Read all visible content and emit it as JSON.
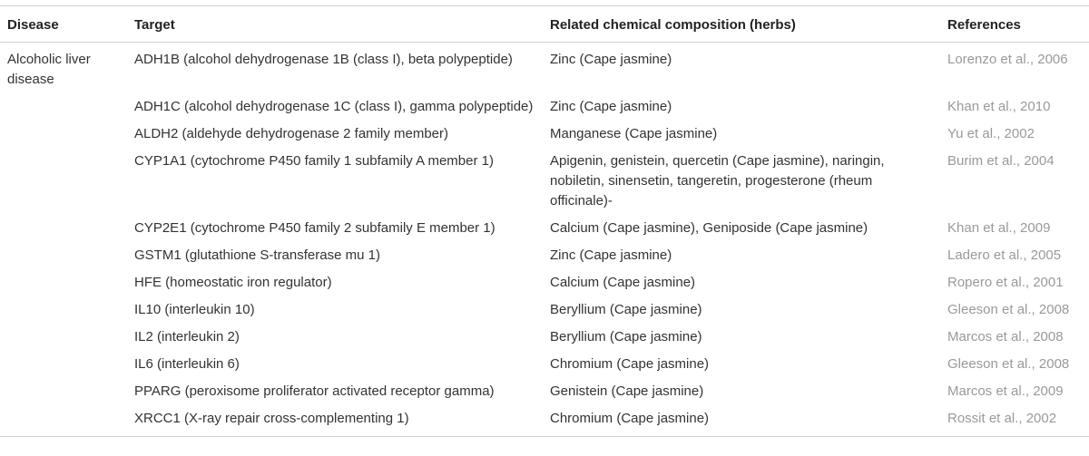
{
  "headers": {
    "disease": "Disease",
    "target": "Target",
    "composition": "Related chemical composition (herbs)",
    "references": "References"
  },
  "disease": "Alcoholic liver disease",
  "rows": [
    {
      "target": "ADH1B (alcohol dehydrogenase 1B (class I), beta polypeptide)",
      "composition": "Zinc (Cape jasmine)",
      "reference": "Lorenzo et al., 2006"
    },
    {
      "target": "ADH1C (alcohol dehydrogenase 1C (class I), gamma polypeptide)",
      "composition": "Zinc (Cape jasmine)",
      "reference": "Khan et al., 2010"
    },
    {
      "target": "ALDH2 (aldehyde dehydrogenase 2 family member)",
      "composition": "Manganese (Cape jasmine)",
      "reference": "Yu et al., 2002"
    },
    {
      "target": "CYP1A1 (cytochrome P450 family 1 subfamily A member 1)",
      "composition": "Apigenin, genistein, quercetin (Cape jasmine), naringin, nobiletin, sinensetin, tangeretin, progesterone (rheum officinale)-",
      "reference": "Burim et al., 2004"
    },
    {
      "target": "CYP2E1 (cytochrome P450 family 2 subfamily E member 1)",
      "composition": "Calcium (Cape jasmine), Geniposide (Cape jasmine)",
      "reference": "Khan et al., 2009"
    },
    {
      "target": "GSTM1 (glutathione S-transferase mu 1)",
      "composition": "Zinc (Cape jasmine)",
      "reference": "Ladero et al., 2005"
    },
    {
      "target": "HFE (homeostatic iron regulator)",
      "composition": "Calcium (Cape jasmine)",
      "reference": "Ropero et al., 2001"
    },
    {
      "target": "IL10 (interleukin 10)",
      "composition": "Beryllium (Cape jasmine)",
      "reference": "Gleeson et al., 2008"
    },
    {
      "target": "IL2 (interleukin 2)",
      "composition": "Beryllium (Cape jasmine)",
      "reference": "Marcos et al., 2008"
    },
    {
      "target": "IL6 (interleukin 6)",
      "composition": "Chromium (Cape jasmine)",
      "reference": "Gleeson et al., 2008"
    },
    {
      "target": "PPARG (peroxisome proliferator activated receptor gamma)",
      "composition": "Genistein (Cape jasmine)",
      "reference": "Marcos et al., 2009"
    },
    {
      "target": "XRCC1 (X-ray repair cross-complementing 1)",
      "composition": "Chromium (Cape jasmine)",
      "reference": "Rossit et al., 2002"
    }
  ]
}
